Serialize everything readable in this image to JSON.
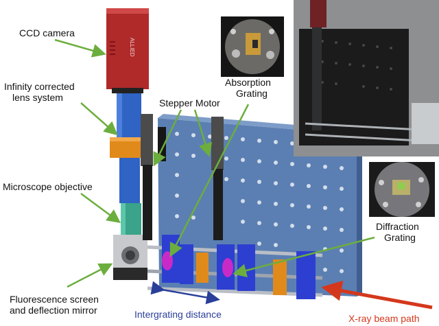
{
  "labels": {
    "ccd_camera": "CCD camera",
    "lens_line1": "Infinity corrected",
    "lens_line2": "lens system",
    "stepper_motor": "Stepper Motor",
    "absorption_line1": "Absorption",
    "absorption_line2": "Grating",
    "microscope_objective": "Microscope objective",
    "diffraction_line1": "Diffraction",
    "diffraction_line2": "Grating",
    "fluorescence_line1": "Fluorescence screen",
    "fluorescence_line2": "and deflection mirror",
    "integrating_distance": "Intergrating distance",
    "xray_beam_path": "X-ray beam path"
  },
  "camera_branding": "ALLIED",
  "colors": {
    "green_arrow": "#6cae3e",
    "blue_label": "#2a3f9a",
    "red_label": "#d4381c",
    "breadboard": "#5b7fb2",
    "lens_tube": "#2f63c4",
    "objective": "#3aa38a",
    "camera": "#b02a2a",
    "mount_blue": "#2d3fd0",
    "mount_orange": "#e08a1c",
    "magenta": "#c82ac8"
  }
}
